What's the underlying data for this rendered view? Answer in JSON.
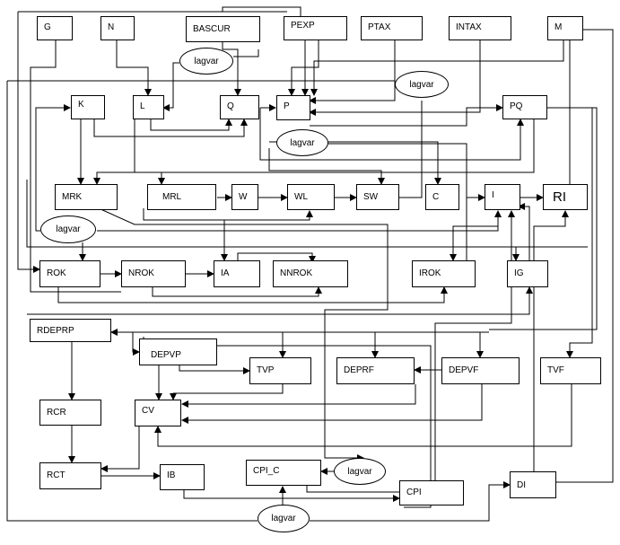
{
  "nodes": {
    "G": "G",
    "N": "N",
    "BASCUR": "BASCUR",
    "PEXP": "PEXP",
    "PTAX": "PTAX",
    "INTAX": "INTAX",
    "M": "M",
    "K": "K",
    "L": "L",
    "Q": "Q",
    "P": "P",
    "PQ": "PQ",
    "MRK": "MRK",
    "MRL": "MRL",
    "W": "W",
    "WL": "WL",
    "SW": "SW",
    "C": "C",
    "I": "I",
    "RI": "RI",
    "ROK": "ROK",
    "NROK": "NROK",
    "IA": "IA",
    "NNROK": "NNROK",
    "IROK": "IROK",
    "IG": "IG",
    "RDEPRP": "RDEPRP",
    "DEPVP": "DEPVP",
    "TVP": "TVP",
    "DEPRF": "DEPRF",
    "DEPVF": "DEPVF",
    "TVF": "TVF",
    "RCR": "RCR",
    "CV": "CV",
    "RCT": "RCT",
    "IB": "IB",
    "CPI_C": "CPI_C",
    "CPI": "CPI",
    "DI": "DI"
  },
  "lagvar_label": "lagvar"
}
